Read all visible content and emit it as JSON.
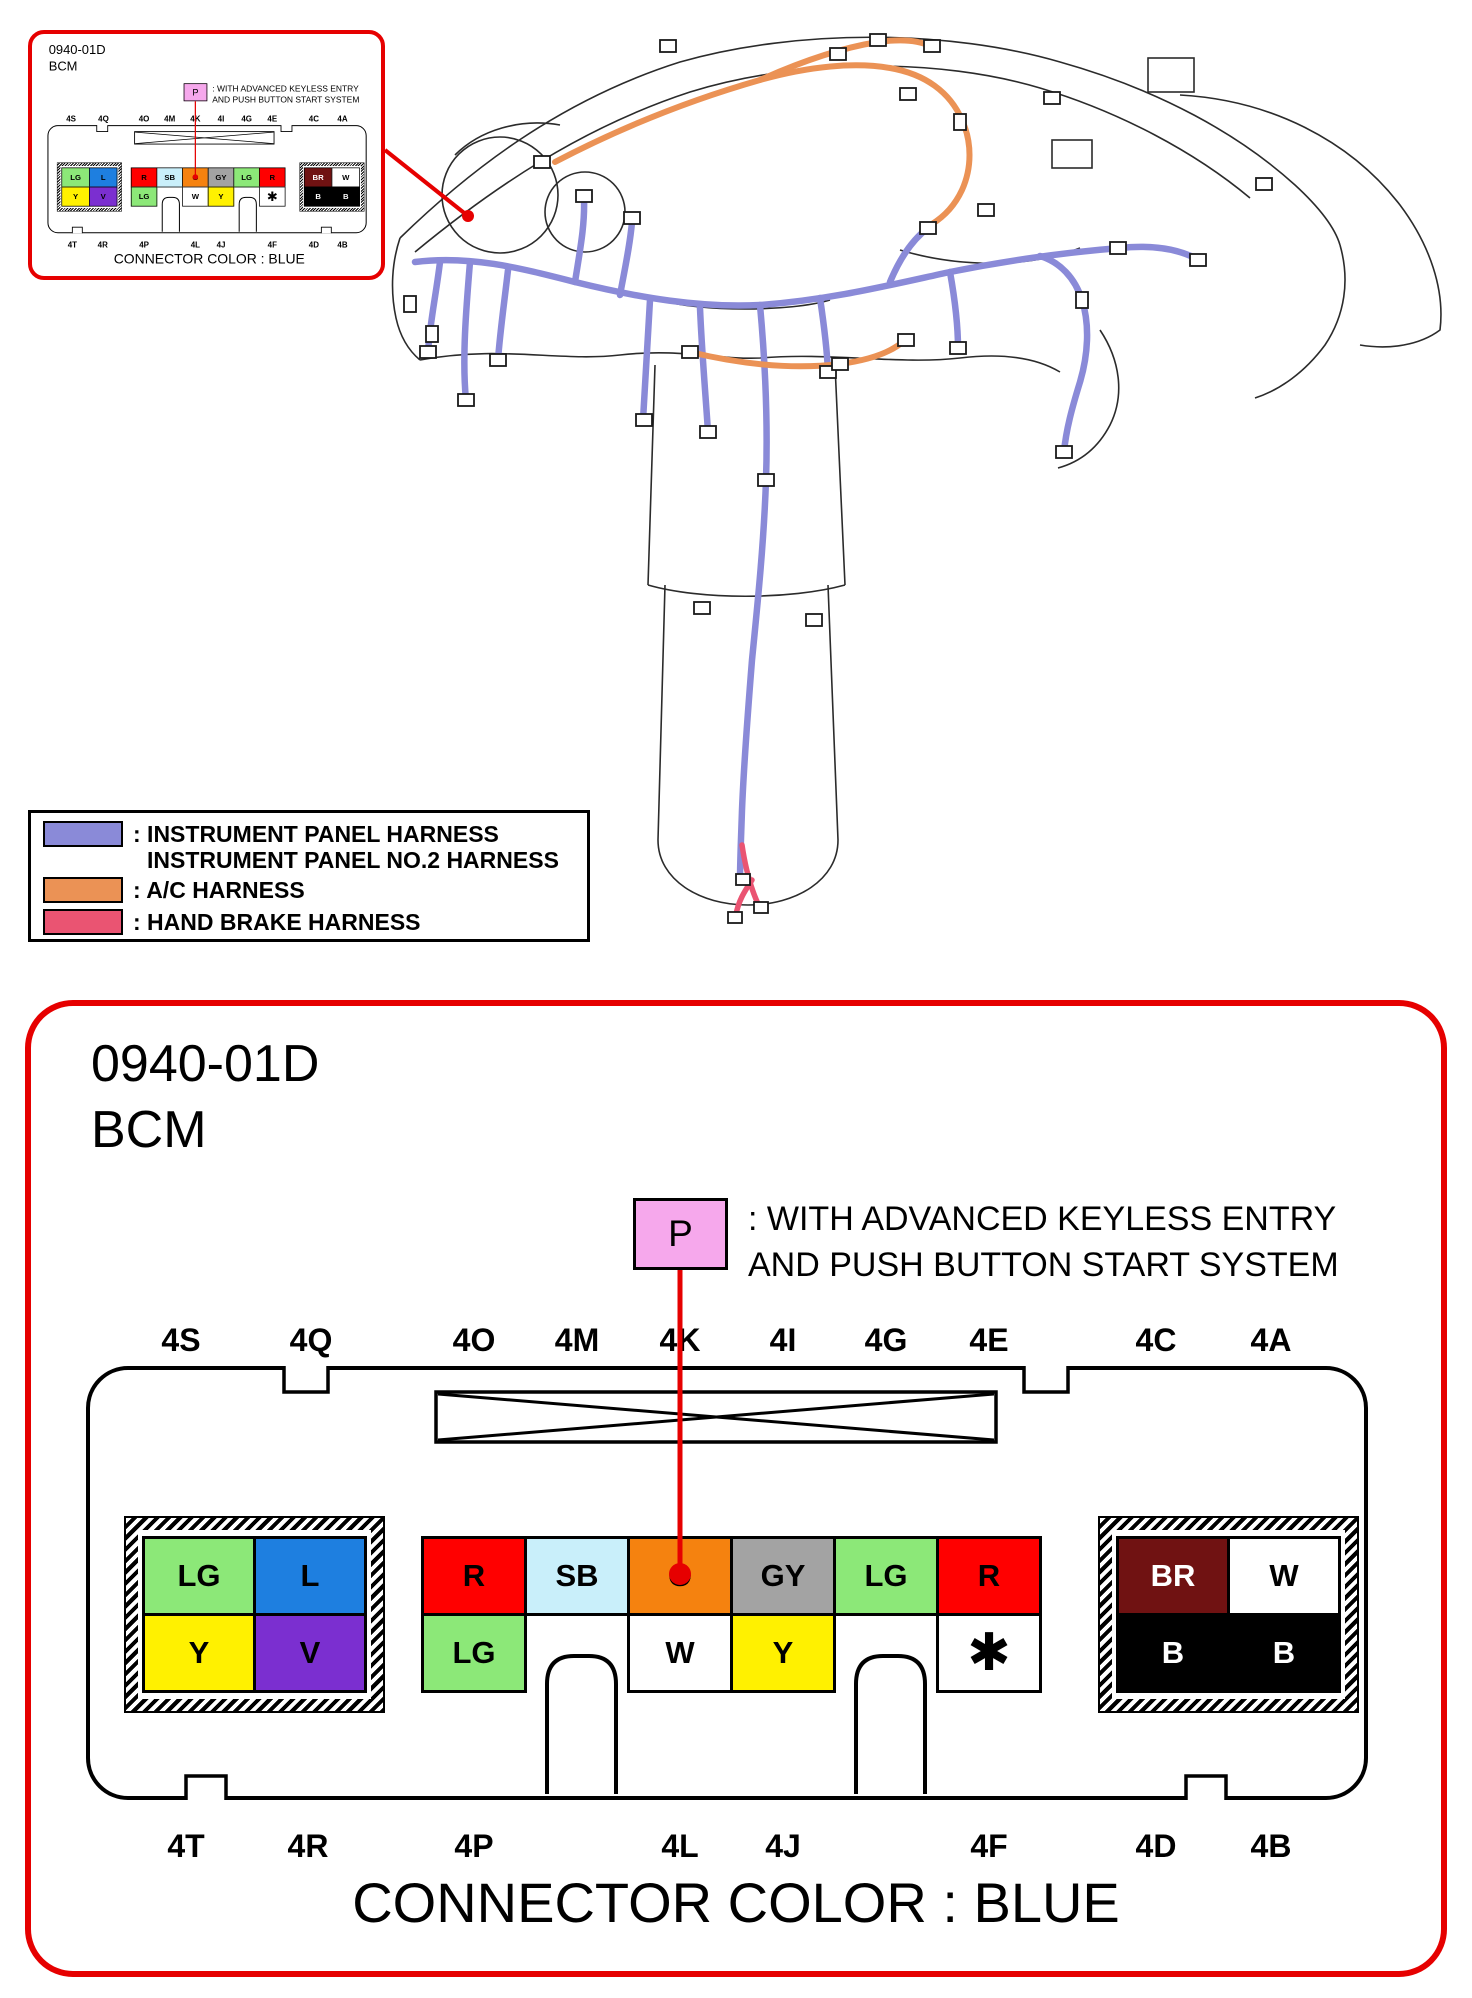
{
  "connector": {
    "id": "0940-01D",
    "name": "BCM",
    "color_note": "CONNECTOR COLOR : BLUE",
    "keyless": {
      "pin_label": "P",
      "note_line1": ": WITH ADVANCED KEYLESS ENTRY",
      "note_line2": "AND PUSH BUTTON START SYSTEM"
    },
    "top_labels": [
      "4S",
      "4Q",
      "4O",
      "4M",
      "4K",
      "4I",
      "4G",
      "4E",
      "4C",
      "4A"
    ],
    "bottom_labels": [
      "4T",
      "4R",
      "4P",
      "4L",
      "4J",
      "4F",
      "4D",
      "4B"
    ],
    "left_block": [
      [
        "LG",
        "L"
      ],
      [
        "Y",
        "V"
      ]
    ],
    "middle_top": [
      "R",
      "SB",
      "O",
      "GY",
      "LG",
      "R"
    ],
    "middle_bottom": [
      {
        "label": "LG",
        "col": 0
      },
      {
        "label": "W",
        "col": 2
      },
      {
        "label": "Y",
        "col": 3
      },
      {
        "label": "*",
        "col": 5
      }
    ],
    "right_block": [
      [
        "BR",
        "W"
      ],
      [
        "B",
        "B"
      ]
    ],
    "highlighted_pin": "O"
  },
  "wire_palette": {
    "LG": {
      "bg": "#8CE878",
      "fg": "#000000"
    },
    "L": {
      "bg": "#1E7FE0",
      "fg": "#000000"
    },
    "Y": {
      "bg": "#FFF100",
      "fg": "#000000"
    },
    "V": {
      "bg": "#7B2FD0",
      "fg": "#000000"
    },
    "R": {
      "bg": "#FF0000",
      "fg": "#000000"
    },
    "SB": {
      "bg": "#C9EFFA",
      "fg": "#000000"
    },
    "O": {
      "bg": "#F5820F",
      "fg": "#000000"
    },
    "GY": {
      "bg": "#A3A3A3",
      "fg": "#000000"
    },
    "BR": {
      "bg": "#701212",
      "fg": "#FFFFFF"
    },
    "W": {
      "bg": "#FFFFFF",
      "fg": "#000000"
    },
    "B": {
      "bg": "#000000",
      "fg": "#FFFFFF"
    },
    "*": {
      "bg": "#FFFFFF",
      "fg": "#000000"
    },
    "P": {
      "bg": "#F6A8EC",
      "fg": "#000000"
    }
  },
  "legend": {
    "items": [
      {
        "swatch": "#8A8AD8",
        "label": ": INSTRUMENT PANEL HARNESS",
        "label2": "INSTRUMENT PANEL NO.2 HARNESS"
      },
      {
        "swatch": "#EB9255",
        "label": ": A/C HARNESS",
        "label2": ""
      },
      {
        "swatch": "#EA5472",
        "label": ": HAND BRAKE HARNESS",
        "label2": ""
      }
    ]
  },
  "colors": {
    "instrument_harness": "#8A8AD8",
    "ac_harness": "#EB9255",
    "hand_brake_harness": "#EA5472",
    "callout": "#E60000",
    "connector_outline": "#000000"
  }
}
